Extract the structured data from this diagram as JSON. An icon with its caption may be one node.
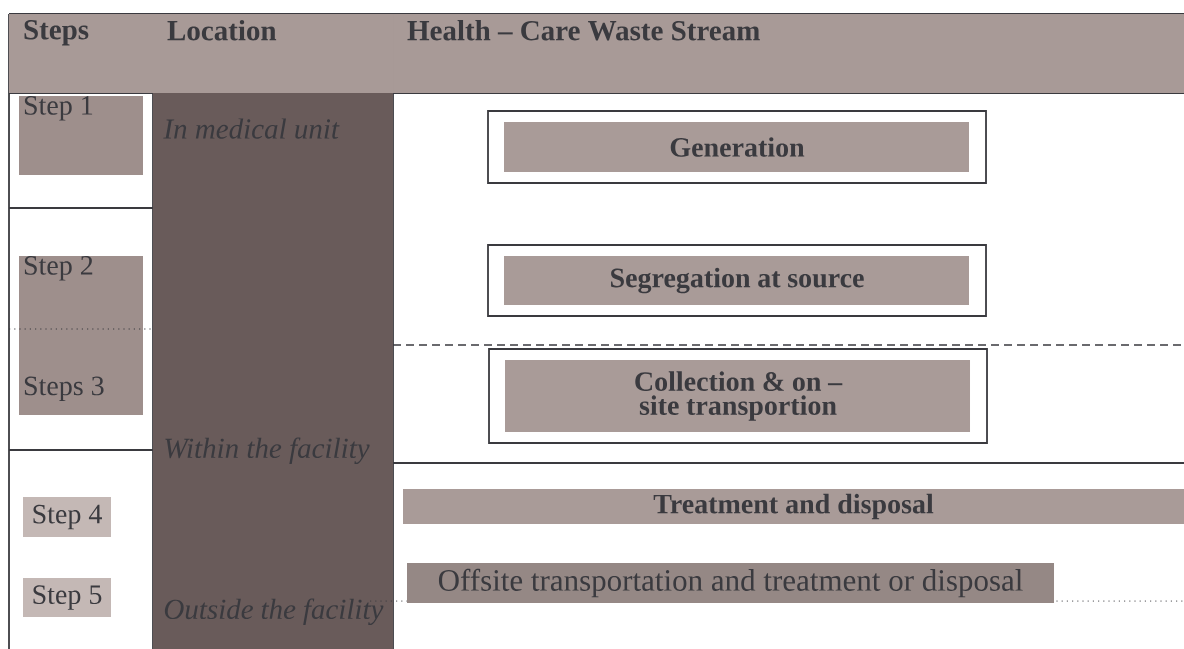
{
  "diagram": {
    "nodes": [
      {
        "text": [
          "Steps"
        ]
      },
      {
        "text": [
          "Location"
        ]
      },
      {
        "text": [
          "Health – Care Waste Stream"
        ]
      },
      {
        "text": [
          "Step 1"
        ]
      },
      {
        "text": [
          "Step 2"
        ]
      },
      {
        "text": [
          "Steps 3"
        ]
      },
      {
        "text": [
          "Step 4"
        ]
      },
      {
        "text": [
          "Step 5"
        ]
      },
      {
        "text": [
          "In medical unit",
          "Within the facility",
          "Outside the facility"
        ]
      },
      {
        "text": [
          "Generation"
        ]
      },
      {
        "text": [
          "Segregation at source"
        ]
      },
      {
        "text": [
          "Collection & on – site transportion"
        ]
      },
      {
        "text": [
          "Treatment and disposal"
        ]
      },
      {
        "text": [
          "Offsite transportation and treatment or disposal"
        ]
      }
    ]
  }
}
